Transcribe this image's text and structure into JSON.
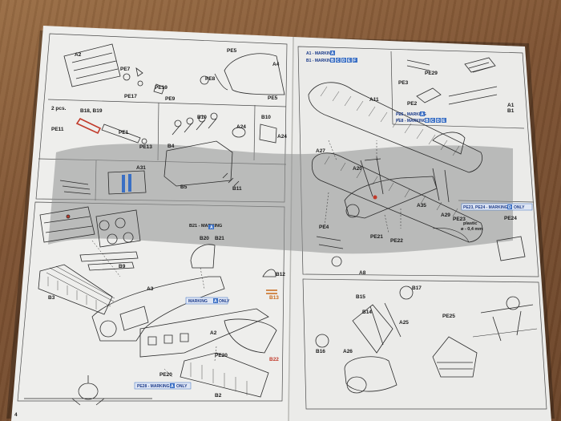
{
  "photo": {
    "subject": "open-model-kit-instruction-booklet",
    "colors": {
      "table": "#7d5232",
      "paper": "#eeeeec",
      "shadow": "#8f9192",
      "ink": "#1a1a1a",
      "accent_blue": "#3a6fc4",
      "accent_red": "#c13a2a",
      "accent_orange": "#c96a1a"
    }
  },
  "left_page": {
    "page_number": "4",
    "notes": {
      "two_pcs": "2 pcs.",
      "b21_marking": "B21 - MARKING",
      "marking_a_only_1": "MARKING",
      "pe28_marking": "PE28 - MARKING",
      "only": "ONLY",
      "box_a": "A"
    },
    "labels": {
      "a2_top": "A2",
      "pe5": "PE5",
      "pe7": "PE7",
      "pe17": "PE17",
      "pe19": "PE19",
      "pe8": "PE8",
      "pe9": "PE9",
      "a4": "A4",
      "pe5_b": "PE5",
      "b18_b19": "B18, B19",
      "pe11": "PE11",
      "pe1": "PE1",
      "pe13": "PE13",
      "b10": "B10",
      "b10_b": "B10",
      "a24": "A24",
      "a24_b": "A24",
      "b4": "B4",
      "b5": "B5",
      "b11": "B11",
      "a31": "A31",
      "b20_b21": "B20",
      "b21": "B21",
      "b12": "B12",
      "b13": "B13",
      "b3": "B3",
      "b9": "B9",
      "a3": "A3",
      "a2": "A2",
      "pe20": "PE20",
      "pe20_b": "PE20",
      "b22": "B22",
      "b2": "B2"
    }
  },
  "right_page": {
    "notes": {
      "a1_marking": "A1 - MARKING",
      "b1_marking": "B1 - MARKING",
      "pe6_marking": "PE6 - MARKING",
      "pe8_marking": "PE8 - MARKING",
      "pe23_pe24_marking": "PE23, PE24 - MARKING",
      "only": "ONLY",
      "plastic": "plastic",
      "thickness": "ø - 0,4 mm",
      "box_a": "A",
      "box_b": "B",
      "box_c": "C",
      "box_d": "D",
      "box_e": "E",
      "box_f": "F"
    },
    "labels": {
      "a11": "A11",
      "pe3": "PE3",
      "pe2": "PE2",
      "pe29": "PE29",
      "a1": "A1",
      "b1": "B1",
      "a27": "A27",
      "a20": "A20",
      "a35": "A35",
      "a29": "A29",
      "pe4": "PE4",
      "pe21": "PE21",
      "pe22": "PE22",
      "pe23": "PE23",
      "pe24": "PE24",
      "a8": "A8",
      "b15": "B15",
      "b17": "B17",
      "b14": "B14",
      "a25": "A25",
      "pe25": "PE25",
      "b16": "B16",
      "a26": "A26"
    }
  }
}
